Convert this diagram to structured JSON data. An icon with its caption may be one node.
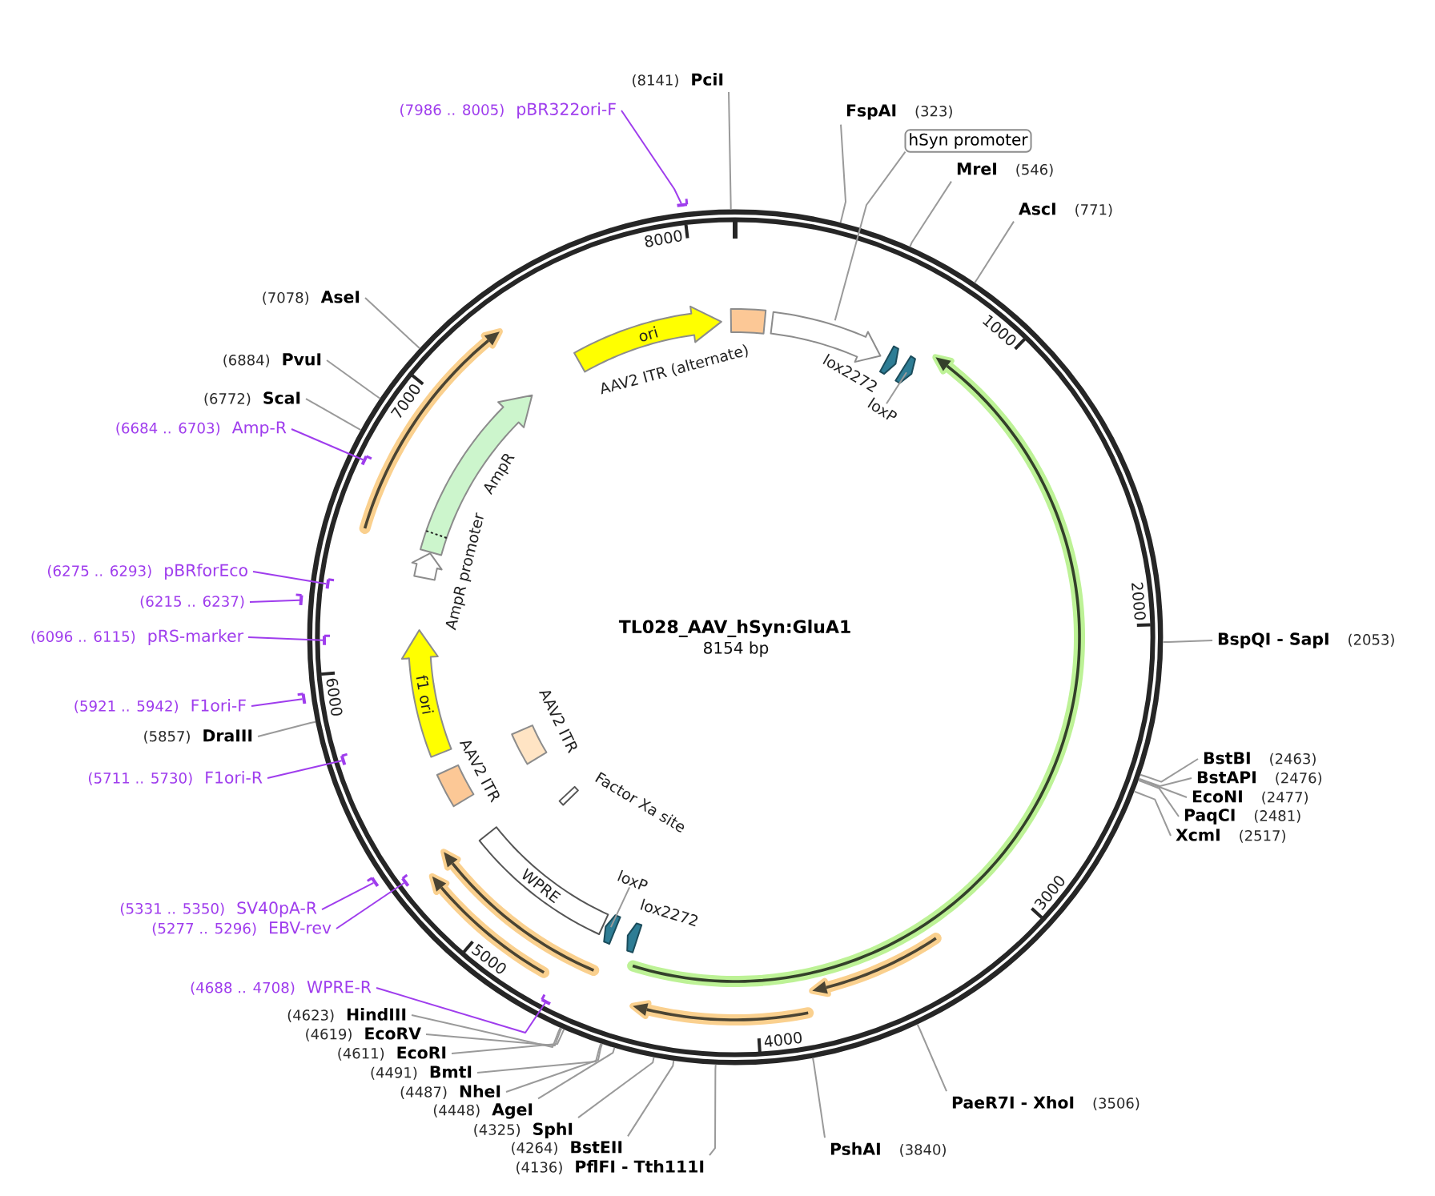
{
  "diagram": {
    "title": "TL028_AAV_hSyn:GluA1",
    "nodes": [
      {
        "text": [],
        "shape": "circle"
      },
      {
        "text": [
          "(8141)",
          "PciI"
        ]
      },
      {
        "text": [
          "(7986 .. 8005)",
          "pBR322ori-F"
        ]
      },
      {
        "text": [
          "FspAI",
          "(323)"
        ]
      },
      {
        "text": [
          "hSyn promoter"
        ]
      },
      {
        "text": [
          "MreI",
          "(546)"
        ]
      },
      {
        "text": [
          "AscI",
          "(771)"
        ]
      },
      {
        "text": [
          "(7078)",
          "AseI"
        ]
      },
      {
        "text": [
          "(6884)",
          "PvuI"
        ]
      },
      {
        "text": [
          "(6772)",
          "ScaI"
        ]
      },
      {
        "text": [
          "(6684 .. 6703)",
          "Amp-R"
        ]
      },
      {
        "text": [
          "(6275 .. 6293)",
          "pBRforEco"
        ]
      },
      {
        "text": [
          "(6215 .. 6237)"
        ]
      },
      {
        "text": [
          "(6096 .. 6115)",
          "pRS-marker"
        ]
      },
      {
        "text": [
          "BspQI - SapI",
          "(2053)"
        ]
      },
      {
        "text": [
          "(5921 .. 5942)",
          "F1ori-F"
        ]
      },
      {
        "text": [
          "(5857)",
          "DraIII"
        ]
      },
      {
        "text": [
          "BstBI",
          "(2463)"
        ]
      },
      {
        "text": [
          "(5711 .. 5730)",
          "F1ori-R"
        ]
      },
      {
        "text": [
          "BstAPI",
          "(2476)"
        ]
      },
      {
        "text": [
          "EcoNI",
          "(2477)"
        ]
      },
      {
        "text": [
          "PaqCI",
          "(2481)"
        ]
      },
      {
        "text": [
          "XcmI",
          "(2517)"
        ]
      },
      {
        "text": [
          "(5331 .. 5350)",
          "SV40pA-R"
        ]
      },
      {
        "text": [
          "(5277 .. 5296)",
          "EBV-rev"
        ]
      },
      {
        "text": [
          "(4688 .. 4708)",
          "WPRE-R"
        ]
      },
      {
        "text": [
          "(4623)",
          "HindIII"
        ]
      },
      {
        "text": [
          "(4619)",
          "EcoRV"
        ]
      },
      {
        "text": [
          "(4611)",
          "EcoRI"
        ]
      },
      {
        "text": [
          "(4491)",
          "BmtI"
        ]
      },
      {
        "text": [
          "(4487)",
          "NheI"
        ]
      },
      {
        "text": [
          "PaeR7I - XhoI",
          "(3506)"
        ]
      },
      {
        "text": [
          "(4448)",
          "AgeI"
        ]
      },
      {
        "text": [
          "(4325)",
          "SphI"
        ]
      },
      {
        "text": [
          "(4264)",
          "BstEII"
        ]
      },
      {
        "text": [
          "PshAI",
          "(3840)"
        ]
      },
      {
        "text": [
          "(4136)",
          "PflFI - Tth111I"
        ]
      },
      {
        "text": [],
        "shape": "bar"
      },
      {
        "text": [],
        "shape": "bar",
        "in": 0
      },
      {
        "text": [],
        "shape": "bar",
        "in": 0
      },
      {
        "text": [],
        "shape": "bar"
      },
      {
        "text": [],
        "shape": "bar",
        "in": 0
      },
      {
        "text": [],
        "shape": "bar"
      },
      {
        "text": [],
        "shape": "bar",
        "in": 0
      },
      {
        "text": [],
        "shape": "bar"
      },
      {
        "text": [],
        "shape": "bar",
        "in": 0
      },
      {
        "text": [],
        "shape": "bar",
        "in": 0
      },
      {
        "text": [
          "ori"
        ],
        "in": 0
      },
      {
        "text": [
          "AAV2 ITR (alternate)"
        ],
        "in": 0
      },
      {
        "text": [],
        "shape": "arrow",
        "in": 0
      },
      {
        "text": [
          "lox2272"
        ],
        "in": 0
      },
      {
        "text": [
          "loxP"
        ],
        "in": 0
      },
      {
        "text": [],
        "shape": "arrow",
        "in": 0
      },
      {
        "text": [
          "AmpR"
        ],
        "in": 0
      },
      {
        "text": [
          "AmpR promoter"
        ],
        "in": 0
      },
      {
        "text": [
          "f1 ori"
        ],
        "in": 0
      },
      {
        "text": [
          "AAV2 ITR"
        ],
        "in": 0
      },
      {
        "text": [
          "AAV2 ITR"
        ],
        "in": 0
      },
      {
        "text": [
          "Factor Xa site"
        ],
        "in": 0
      },
      {
        "text": [
          "WPRE"
        ],
        "in": 0
      },
      {
        "text": [
          "loxP"
        ],
        "in": 0
      },
      {
        "text": [],
        "shape": "arrow",
        "in": 0
      },
      {
        "text": [
          "lox2272"
        ],
        "in": 0
      }
    ],
    "edges": [
      {
        "from": 1,
        "to": 0,
        "arrow": "none"
      },
      {
        "from": 2,
        "to": 37,
        "arrow": "none",
        "color": "#9f3ded"
      },
      {
        "from": 3,
        "to": 0,
        "arrow": "none"
      },
      {
        "from": 4,
        "to": 49,
        "arrow": "none"
      },
      {
        "from": 5,
        "to": 0,
        "arrow": "none"
      },
      {
        "from": 6,
        "to": 0,
        "arrow": "none"
      },
      {
        "from": 7,
        "to": 0,
        "arrow": "none"
      },
      {
        "from": 8,
        "to": 0,
        "arrow": "none"
      },
      {
        "from": 9,
        "to": 0,
        "arrow": "none"
      },
      {
        "from": 10,
        "to": 38,
        "arrow": "none",
        "color": "#9f3ded"
      },
      {
        "from": 11,
        "to": 39,
        "arrow": "none",
        "color": "#9f3ded"
      },
      {
        "from": 12,
        "to": 40,
        "arrow": "none",
        "color": "#9f3ded"
      },
      {
        "from": 13,
        "to": 41,
        "arrow": "none",
        "color": "#9f3ded"
      },
      {
        "from": 14,
        "to": 0,
        "arrow": "none"
      },
      {
        "from": 15,
        "to": 42,
        "arrow": "none",
        "color": "#9f3ded"
      },
      {
        "from": 16,
        "to": 0,
        "arrow": "none"
      },
      {
        "from": 17,
        "to": 0,
        "arrow": "none"
      },
      {
        "from": 18,
        "to": 43,
        "arrow": "none",
        "color": "#9f3ded"
      },
      {
        "from": 19,
        "to": 0,
        "arrow": "none"
      },
      {
        "from": 20,
        "to": 0,
        "arrow": "none"
      },
      {
        "from": 21,
        "to": 0,
        "arrow": "none"
      },
      {
        "from": 22,
        "to": 0,
        "arrow": "none"
      },
      {
        "from": 23,
        "to": 44,
        "arrow": "none",
        "color": "#9f3ded"
      },
      {
        "from": 24,
        "to": 45,
        "arrow": "none",
        "color": "#9f3ded"
      },
      {
        "from": 25,
        "to": 46,
        "arrow": "none",
        "color": "#9f3ded"
      },
      {
        "from": 26,
        "to": 0,
        "arrow": "none"
      },
      {
        "from": 27,
        "to": 0,
        "arrow": "none"
      },
      {
        "from": 28,
        "to": 0,
        "arrow": "none"
      },
      {
        "from": 29,
        "to": 0,
        "arrow": "none"
      },
      {
        "from": 30,
        "to": 0,
        "arrow": "none"
      },
      {
        "from": 31,
        "to": 0,
        "arrow": "none"
      },
      {
        "from": 32,
        "to": 0,
        "arrow": "none"
      },
      {
        "from": 33,
        "to": 0,
        "arrow": "none"
      },
      {
        "from": 34,
        "to": 0,
        "arrow": "none"
      },
      {
        "from": 35,
        "to": 0,
        "arrow": "none"
      },
      {
        "from": 36,
        "to": 0,
        "arrow": "none"
      },
      {
        "from": 51,
        "to": 52,
        "arrow": "none"
      },
      {
        "from": 60,
        "to": 61,
        "arrow": "none"
      }
    ],
    "labels": [
      "8154 bp",
      "1000",
      "2000",
      "3000",
      "4000",
      "5000",
      "6000",
      "7000",
      "8000"
    ]
  }
}
